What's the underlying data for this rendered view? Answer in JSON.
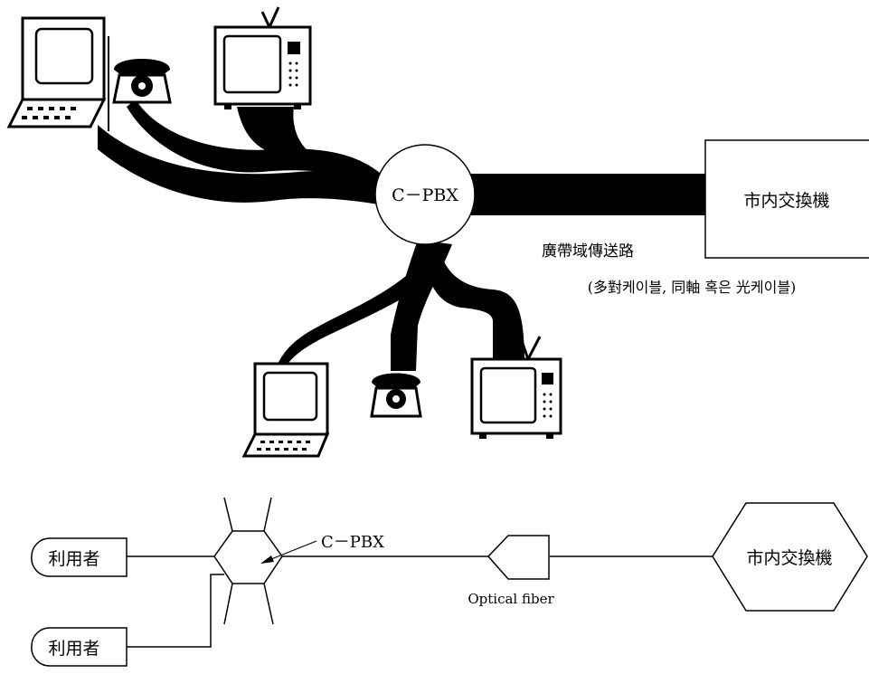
{
  "top_diagram": {
    "pbx_label": "C－PBX",
    "exchange_label": "市内交換機",
    "transmission_label": "廣帶域傳送路",
    "transmission_sub": "(多對케이블, 同軸 혹은 光케이블)"
  },
  "bottom_diagram": {
    "user_1": "利用者",
    "user_2": "利用者",
    "pbx_label": "C－PBX",
    "fiber_label": "Optical fiber",
    "exchange_label": "市内交換機"
  },
  "colors": {
    "ink": "#000000",
    "paper": "#ffffff"
  },
  "icons": [
    "computer-terminal-icon",
    "telephone-icon",
    "television-icon"
  ]
}
